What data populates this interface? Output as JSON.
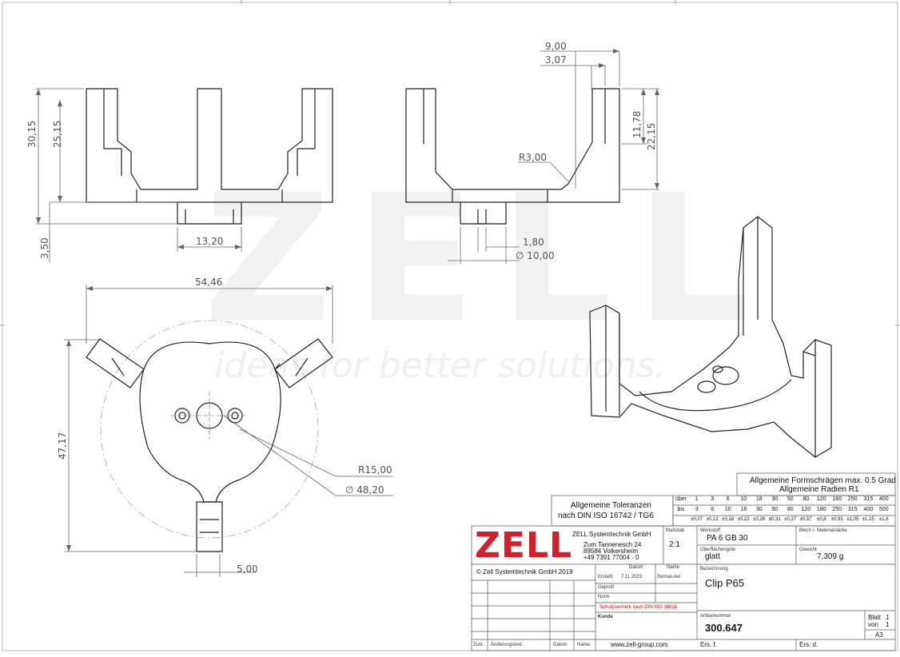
{
  "brand": {
    "logo_text": "ZELL",
    "watermark_text": "ZELL",
    "watermark_tagline": "ideas for better solutions.",
    "logo_color": "#d4202c"
  },
  "dimensions": {
    "front_height_total": "30,15",
    "front_height_inner": "25,15",
    "front_base": "3,50",
    "front_pin_width": "13,20",
    "side_top_width": "9,00",
    "side_inner_width": "3,07",
    "side_height_upper": "11,78",
    "side_height": "22,15",
    "side_radius": "R3,00",
    "side_pin": "1,80",
    "side_pin_dia": "∅ 10,00",
    "top_width": "54,46",
    "top_height": "47,17",
    "top_radius": "R15,00",
    "top_dia": "∅ 48,20",
    "top_arm": "5,00"
  },
  "tolerances": {
    "general_title_1": "Allgemeine Toleranzen",
    "general_title_2": "nach DIN ISO 16742 / TG6",
    "draft_title_1": "Allgemeine Formschrägen max. 0.5 Grad",
    "draft_title_2": "Allgemeine Radien R1",
    "row_over_label": "über",
    "row_to_label": "bis",
    "over": [
      "1",
      "3",
      "6",
      "10",
      "18",
      "30",
      "50",
      "80",
      "120",
      "180",
      "250",
      "315",
      "400"
    ],
    "to": [
      "3",
      "6",
      "10",
      "18",
      "30",
      "50",
      "80",
      "120",
      "180",
      "250",
      "315",
      "400",
      "500"
    ],
    "tol": [
      "±0,07",
      "±0,12",
      "±0,18",
      "±0,22",
      "±0,26",
      "±0,31",
      "±0,37",
      "±0,57",
      "±0,8",
      "±0,93",
      "±1,05",
      "±1,15",
      "±1,6"
    ]
  },
  "title_block": {
    "company": "ZELL Systemtechnik GmbH",
    "street": "Zum Tannenesch 24",
    "city": "89584 Volkersheim",
    "phone": "+49 7391 77004 - 0",
    "copyright": "© Zell Systemtechnik GmbH 2019",
    "scale_label": "Maßstab",
    "scale": "2:1",
    "material_label": "Werkstoff",
    "material": "PA 6 GB 30",
    "sheet_label": "Blech /- Materialstärke",
    "surface_label": "Oberflächengüte",
    "surface": "glatt",
    "weight_label": "Gewicht",
    "weight": "7,309 g",
    "date_col": "Datum",
    "name_col": "Name",
    "created_label": "Erstellt",
    "created_date": "7.11.2023",
    "created_name": "thomas.kel",
    "checked_label": "Geprüft",
    "norm_label": "Norm",
    "protection": "Schutzvermerk nach DIN ISO 16016",
    "customer_label": "Kunde",
    "designation_label": "Bezeichnung",
    "designation": "Clip P65",
    "article_label": "Artikelnummer",
    "article": "300.647",
    "sheet_no_label": "Blatt",
    "sheet_no": "1",
    "of_label": "von",
    "of_no": "1",
    "format": "A3",
    "rev_label": "Zust.",
    "change_label": "Änderungstext",
    "rev_date_label": "Datum",
    "rev_name_label": "Name",
    "website": "www.zell-group.com",
    "created_for": "Ers. f.",
    "replaced_by": "Ers. d."
  }
}
